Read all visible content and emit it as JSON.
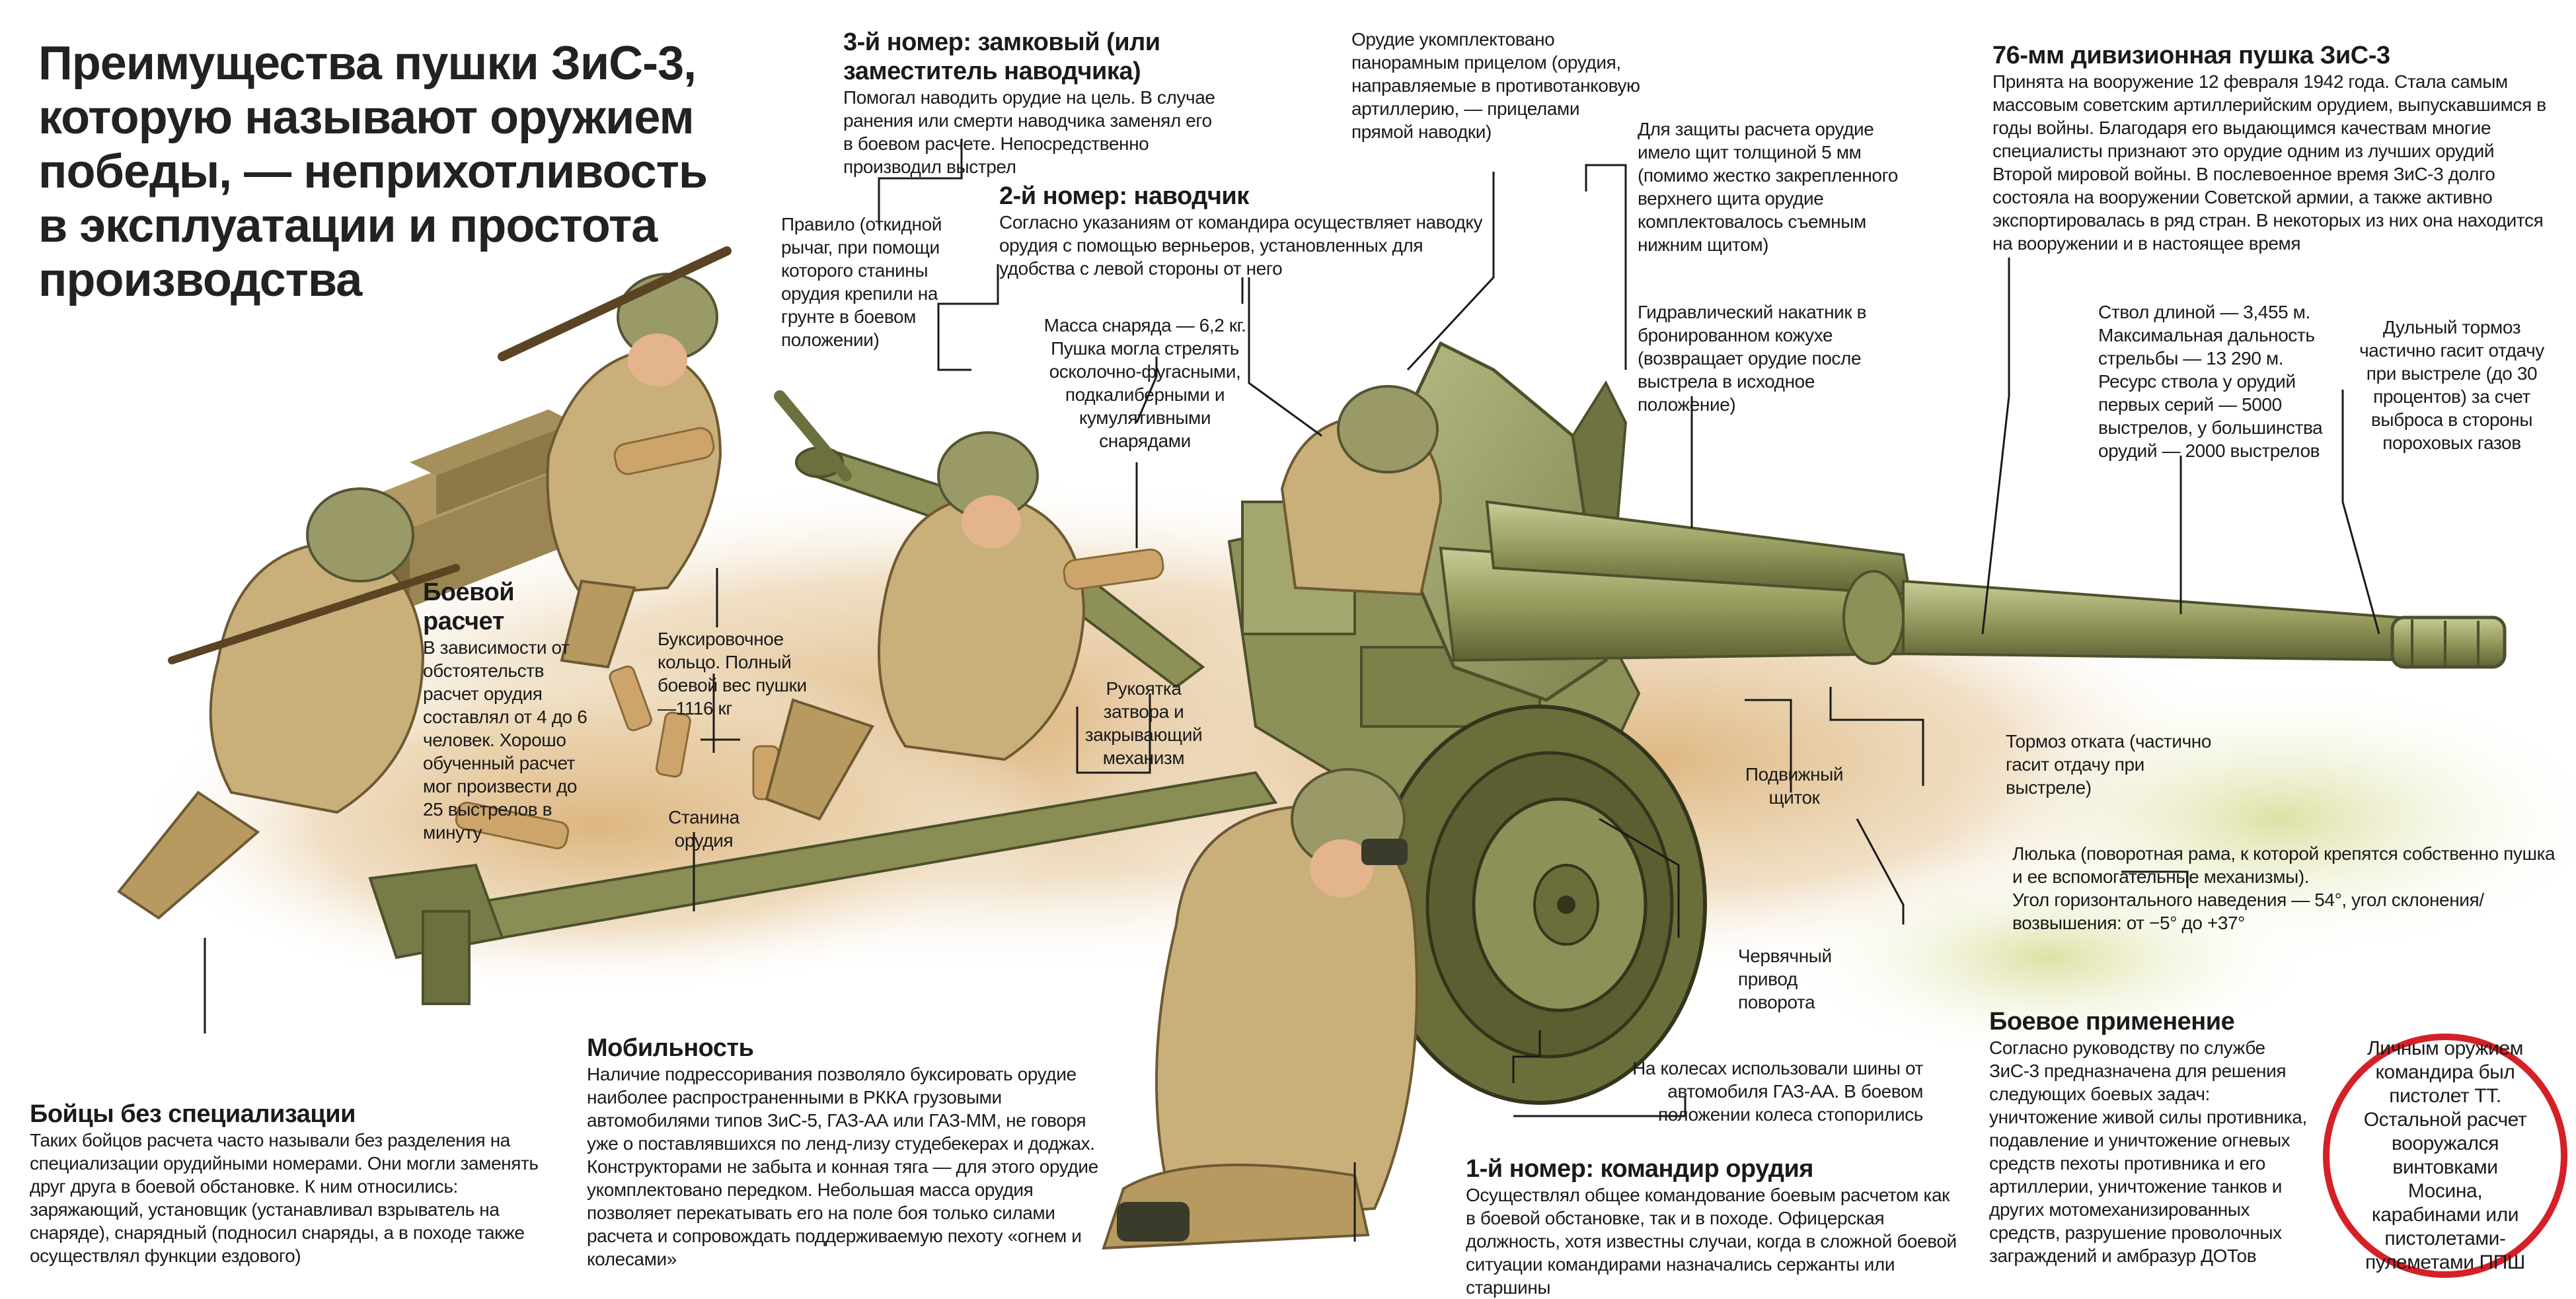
{
  "title": "Преимущества пушки ЗиС-3, которую называют оружием победы, — неприхотливость в эксплуатации и простота производства",
  "sections": {
    "zamkovy": {
      "heading": "3-й номер: замковый (или заместитель наводчика)",
      "text": "Помогал наводить орудие на цель. В случае ранения или смерти наводчика заменял его в боевом расчете. Непосредственно производил выстрел"
    },
    "panorama": {
      "text": "Орудие укомплектовано панорамным прицелом (орудия, направляемые в противотанковую артиллерию, — прицелами прямой наводки)"
    },
    "gun": {
      "heading": "76-мм дивизионная пушка ЗиС-3",
      "text": "Принята на вооружение 12 февраля 1942 года. Стала самым массовым советским артиллерийским орудием, выпускавшимся в годы войны. Благодаря его выдающимся качествам многие специалисты признают это орудие одним из лучших орудий Второй мировой войны. В послевоенное время ЗиС-3 долго состояла на вооружении Советской армии, а также активно экспортировалась в ряд стран. В некоторых из них она находится на вооружении и в настоящее время"
    },
    "shield": {
      "text": "Для защиты расчета орудие имело щит толщиной 5 мм (помимо жестко закрепленного верхнего щита орудие комплектовалось съемным нижним щитом)"
    },
    "pravilo": {
      "text": "Правило (откидной рычаг, при помощи которого станины орудия крепили на грунте в боевом положении)"
    },
    "navodchik": {
      "heading": "2-й номер: наводчик",
      "text": "Согласно указаниям от командира осуществляет наводку орудия с помощью верньеров, установленных для удобства с левой стороны от него"
    },
    "shell": {
      "text": "Масса снаряда — 6,2 кг. Пушка могла стрелять осколочно-фугасными, подкалиберными и кумулятивными снарядами"
    },
    "recoil_brake": {
      "text": "Гидравлический накатник в бронированном кожухе (возвращает орудие после выстрела в исходное положение)"
    },
    "barrel": {
      "text": "Ствол длиной — 3,455 м. Максимальная дальность стрельбы — 13 290 м. Ресурс ствола у орудий первых серий — 5000 выстрелов, у большинства орудий — 2000 выстрелов"
    },
    "muzzle": {
      "text": "Дульный тормоз частично гасит отдачу при выстреле (до 30 процентов) за счет выброса в стороны пороховых газов"
    },
    "crew": {
      "heading": "Боевой расчет",
      "text": "В зависимости от обстоятельств расчет орудия составлял от 4 до 6 человек. Хорошо обученный расчет мог произвести до 25 выстрелов в минуту"
    },
    "ring": {
      "text": "Буксировочное кольцо. Полный боевой вес пушки —1116 кг"
    },
    "bolt": {
      "text": "Рукоятка затвора и закрывающий механизм"
    },
    "mov_shield": {
      "text": "Подвижный щиток"
    },
    "otkat": {
      "text": "Тормоз отката (частично гасит отдачу при выстреле)"
    },
    "stanina": {
      "text": "Станина орудия"
    },
    "cradle": {
      "text": "Люлька (поворотная рама, к которой крепятся собственно пушка и ее вспомогательные механизмы).",
      "angles": "Угол горизонтального наведения — 54°, угол склонения/ возвышения: от −5° до +37°"
    },
    "worm": {
      "text": "Червячный привод поворота"
    },
    "wheels": {
      "text": "На колесах использовали шины от автомобиля ГАЗ-АА. В боевом положении колеса стопорились"
    },
    "mobility": {
      "heading": "Мобильность",
      "text": "Наличие подрессоривания позволяло буксировать орудие наиболее распространенными в РККА грузовыми автомобилями типов ЗиС-5, ГАЗ-АА или ГАЗ-ММ, не говоря уже о поставлявшихся по ленд-лизу студебекерах и доджах. Конструкторами не забыта и конная тяга — для этого орудие укомплектовано передком. Небольшая масса орудия позволяет перекатывать его на поле боя только силами расчета и сопровождать поддерживаемую пехоту «огнем и колесами»"
    },
    "fighters": {
      "heading": "Бойцы без специализации",
      "text": "Таких бойцов расчета часто называли без разделения на специализации орудийными номерами. Они могли заменять друг друга в боевой обстановке. К ним относились: заряжающий, установщик (устанавливал взрыватель на снаряде), снарядный (подносил снаряды, а в походе также осуществлял функции ездового)"
    },
    "commander": {
      "heading": "1-й номер: командир орудия",
      "text": "Осуществлял общее командование боевым расчетом как в боевой обстановке, так и в походе. Офицерская должность, хотя известны случаи, когда в сложной боевой ситуации командирами назначались сержанты или старшины"
    },
    "combat_use": {
      "heading": "Боевое применение",
      "text": "Согласно руководству по службе ЗиС-3 предназначена для решения следующих боевых задач: уничтожение живой силы противника, подавление и уничтожение огневых средств пехоты противника и его артиллерии, уничтожение танков и других мотомеханизированных средств, разрушение проволочных заграждений и амбразур ДОТов"
    },
    "pistol": {
      "text": "Личным оружием командира был пистолет ТТ. Остальной расчет вооружался винтовками Мосина, карабинами или пистолетами-пулеметами ППШ"
    }
  },
  "colors": {
    "accent_red": "#d62027",
    "gun_olive": "#8c9158",
    "uniform_khaki": "#c9b07a",
    "ground": "#e3c79b"
  }
}
